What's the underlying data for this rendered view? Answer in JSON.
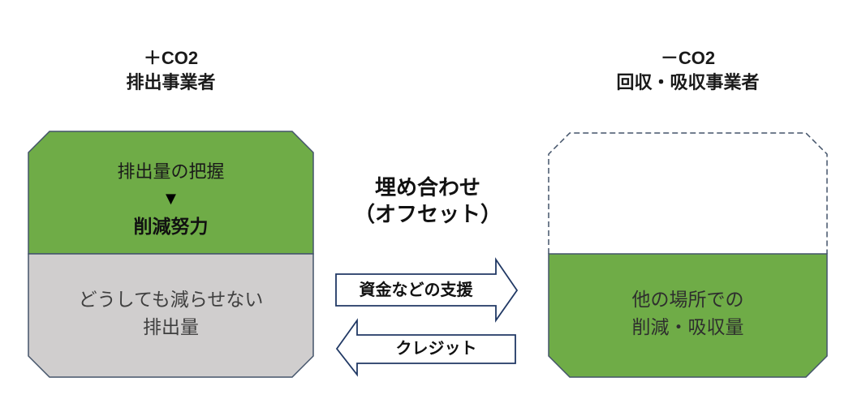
{
  "colors": {
    "green": "#6FAC47",
    "gray": "#D0CECE",
    "white": "#FFFFFF",
    "box_border": "#44546A",
    "arrow_border": "#203864",
    "none": "none"
  },
  "left_section": {
    "header_line1": "＋CO2",
    "header_line2": "排出事業者",
    "box_top": {
      "line1": "排出量の把握",
      "down_triangle": "▼",
      "line2": "削減努力"
    },
    "box_bottom": {
      "line1": "どうしても減らせない",
      "line2": "排出量"
    }
  },
  "center_section": {
    "offset_line1": "埋め合わせ",
    "offset_line2": "（オフセット）",
    "support_arrow_label": "資金などの支援",
    "credit_arrow_label": "クレジット"
  },
  "right_section": {
    "header_line1": "－CO2",
    "header_line2": "回収・吸収事業者",
    "box_bottom": {
      "line1": "他の場所での",
      "line2": "削減・吸収量"
    }
  }
}
